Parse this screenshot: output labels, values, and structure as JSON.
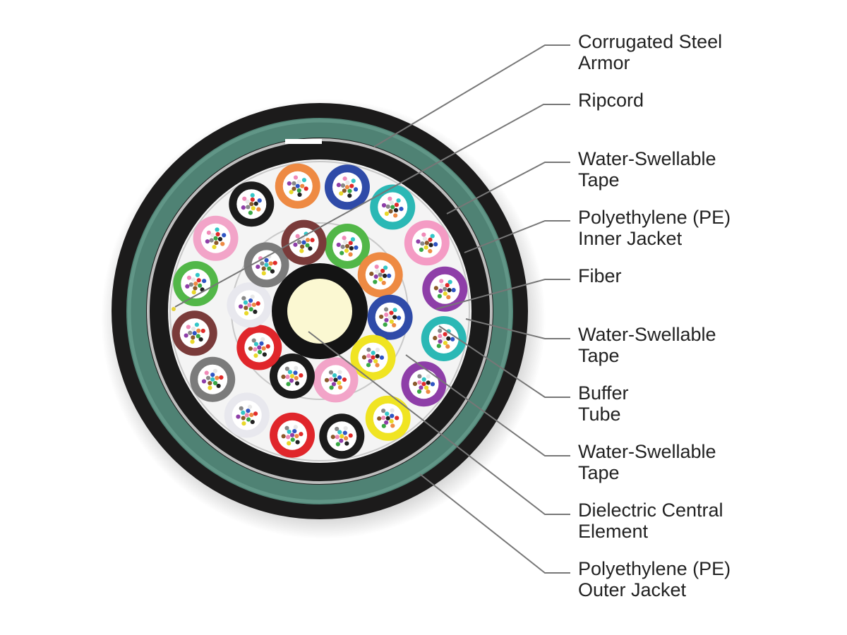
{
  "labels": [
    {
      "id": "corrugated-steel-armor",
      "lines": [
        "Corrugated Steel",
        "Armor"
      ]
    },
    {
      "id": "ripcord",
      "lines": [
        "Ripcord"
      ]
    },
    {
      "id": "water-swellable-tape-outer",
      "lines": [
        "Water-Swellable",
        "Tape"
      ]
    },
    {
      "id": "pe-inner-jacket",
      "lines": [
        "Polyethylene (PE)",
        "Inner Jacket"
      ]
    },
    {
      "id": "fiber",
      "lines": [
        "Fiber"
      ]
    },
    {
      "id": "water-swellable-tape-middle",
      "lines": [
        "Water-Swellable",
        "Tape"
      ]
    },
    {
      "id": "buffer-tube",
      "lines": [
        "Buffer",
        "Tube"
      ]
    },
    {
      "id": "water-swellable-tape-inner",
      "lines": [
        "Water-Swellable",
        "Tape"
      ]
    },
    {
      "id": "dielectric-central-element",
      "lines": [
        "Dielectric Central",
        "Element"
      ]
    },
    {
      "id": "pe-outer-jacket",
      "lines": [
        "Polyethylene (PE)",
        "Outer Jacket"
      ]
    }
  ],
  "colors": {
    "outer_jacket": "#1c1b1b",
    "armor": "#4f8274",
    "armor_highlight": "#6ea394",
    "inner_jacket": "#1a1a1a",
    "tape": "#f4f4f4",
    "central_element": "#fbf8d2",
    "leader_line": "#777777"
  },
  "buffer_tube_colors": {
    "outer_ring": [
      "#ee8a43",
      "#2f4ba8",
      "#2bb8b5",
      "#f49bc4",
      "#8e3ea8",
      "#2bb8b5",
      "#8e3ea8",
      "#f0e422",
      "#1b1b1b",
      "#e0262b",
      "#e8e8ee",
      "#7b7b7b",
      "#7a3b3a",
      "#52b748",
      "#f2a4c8",
      "#1b1b1b"
    ],
    "inner_ring": [
      "#52b748",
      "#ee8a43",
      "#2f4ba8",
      "#f0e422",
      "#f2a4c8",
      "#1b1b1b",
      "#e0262b",
      "#e8e8ee",
      "#7b7b7b",
      "#7a3b3a"
    ]
  },
  "fiber_colors": [
    "#2f55c4",
    "#ee8a43",
    "#39a845",
    "#8b5a2b",
    "#888888",
    "#e8e8e8",
    "#e02a2a",
    "#222222",
    "#e9d82a",
    "#8e3ea8",
    "#f08ab8",
    "#33c6c8"
  ]
}
